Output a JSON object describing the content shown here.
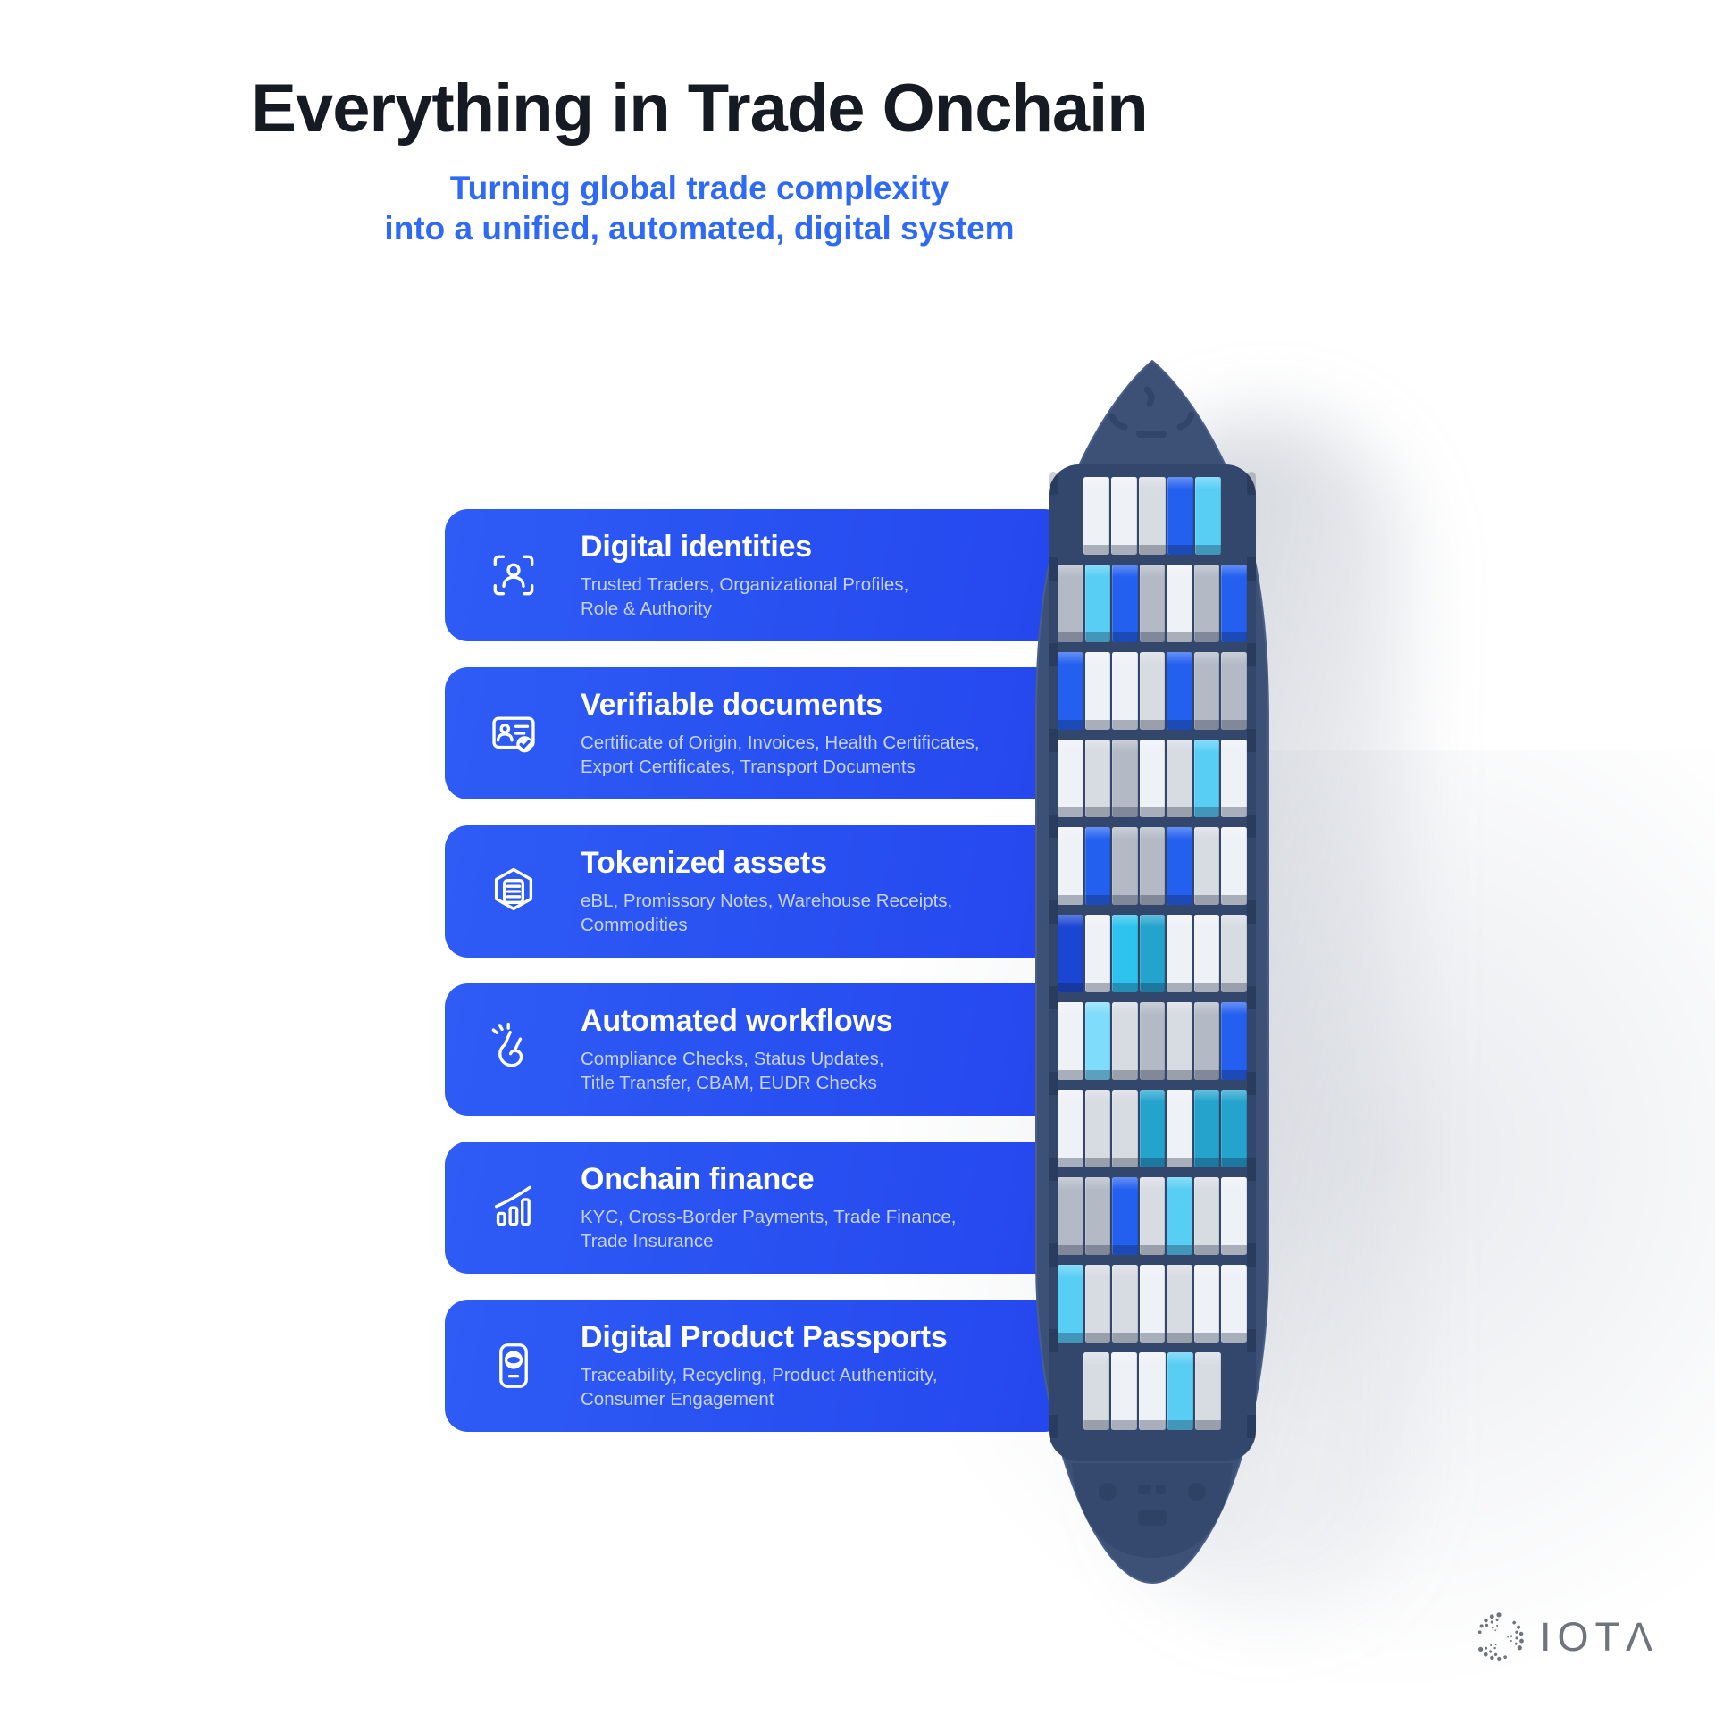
{
  "header": {
    "title": "Everything in Trade Onchain",
    "subtitle": "Turning global trade complexity\ninto a unified, automated, digital system"
  },
  "cards": [
    {
      "icon": "face-scan-person-icon",
      "title": "Digital identities",
      "description": "Trusted Traders, Organizational Profiles,\nRole & Authority"
    },
    {
      "icon": "id-card-check-icon",
      "title": "Verifiable documents",
      "description": "Certificate of Origin, Invoices, Health Certificates,\nExport Certificates, Transport Documents"
    },
    {
      "icon": "hexagon-document-icon",
      "title": "Tokenized assets",
      "description": "eBL, Promissory Notes, Warehouse Receipts,\nCommodities"
    },
    {
      "icon": "snap-fingers-icon",
      "title": "Automated workflows",
      "description": "Compliance Checks, Status Updates,\nTitle Transfer, CBAM, EUDR Checks"
    },
    {
      "icon": "bar-chart-growth-icon",
      "title": "Onchain finance",
      "description": "KYC, Cross-Border Payments, Trade Finance,\nTrade Insurance"
    },
    {
      "icon": "passport-icon",
      "title": "Digital Product Passports",
      "description": "Traceability, Recycling, Product Authenticity,\nConsumer Engagement"
    }
  ],
  "ship": {
    "hull_color": "#3d5177",
    "hull_edge_color": "#4a5f88",
    "deck_recess_color": "#33476d",
    "deck_detail_color": "#31456a",
    "palette": {
      "white": "#eef1f6",
      "lightgray": "#d7dbe2",
      "gray": "#b3bac6",
      "blue": "#2360f0",
      "navy": "#1a46d2",
      "cyan": "#59cef5",
      "brightcyan": "#2ec3ef",
      "lightcyan": "#7fdcfa",
      "teal": "#24a3cd"
    },
    "container_rows": [
      {
        "inset": true,
        "cells": [
          "white",
          "white",
          "lightgray",
          "blue",
          "cyan"
        ]
      },
      {
        "inset": false,
        "cells": [
          "gray",
          "cyan",
          "blue",
          "gray",
          "white",
          "gray",
          "blue"
        ]
      },
      {
        "inset": false,
        "cells": [
          "blue",
          "white",
          "white",
          "lightgray",
          "blue",
          "gray",
          "gray"
        ]
      },
      {
        "inset": false,
        "cells": [
          "white",
          "lightgray",
          "gray",
          "white",
          "lightgray",
          "cyan",
          "white"
        ]
      },
      {
        "inset": false,
        "cells": [
          "white",
          "blue",
          "gray",
          "gray",
          "blue",
          "lightgray",
          "white"
        ]
      },
      {
        "inset": false,
        "cells": [
          "navy",
          "white",
          "brightcyan",
          "teal",
          "white",
          "white",
          "lightgray"
        ]
      },
      {
        "inset": false,
        "cells": [
          "white",
          "lightcyan",
          "lightgray",
          "gray",
          "lightgray",
          "gray",
          "blue"
        ]
      },
      {
        "inset": false,
        "cells": [
          "white",
          "lightgray",
          "lightgray",
          "teal",
          "white",
          "teal",
          "teal"
        ]
      },
      {
        "inset": false,
        "cells": [
          "gray",
          "gray",
          "blue",
          "lightgray",
          "cyan",
          "lightgray",
          "white"
        ]
      },
      {
        "inset": false,
        "cells": [
          "cyan",
          "lightgray",
          "lightgray",
          "white",
          "lightgray",
          "white",
          "white"
        ]
      },
      {
        "inset": true,
        "cells": [
          "lightgray",
          "white",
          "white",
          "cyan",
          "lightgray"
        ]
      }
    ]
  },
  "footer": {
    "logo_text": "IOTΛ",
    "logo_color": "#70747c"
  },
  "colors": {
    "card_blue": "#2b57f3",
    "title_text": "#161a23",
    "subtitle_text": "#2e6af5",
    "card_description_text": "#c6d2f8"
  }
}
